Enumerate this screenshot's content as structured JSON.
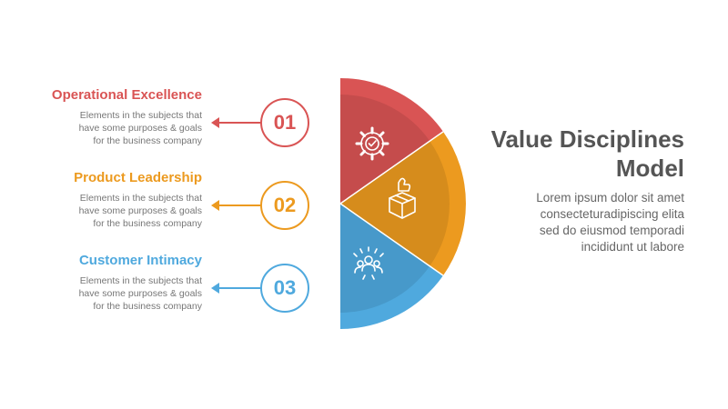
{
  "colors": {
    "red": "#d95454",
    "orange": "#ec9a1f",
    "blue": "#4fa9de"
  },
  "items": [
    {
      "number": "01",
      "title": "Operational Excellence",
      "description_lines": [
        "Elements in the subjects that",
        "have  some purposes & goals",
        "for  the  business company"
      ],
      "color": "#d95454",
      "icon": "gear-check-icon"
    },
    {
      "number": "02",
      "title": "Product Leadership",
      "description_lines": [
        "Elements in the subjects that",
        "have  some purposes & goals",
        "for  the  business company"
      ],
      "color": "#ec9a1f",
      "icon": "box-thumbs-up-icon"
    },
    {
      "number": "03",
      "title": "Customer Intimacy",
      "description_lines": [
        "Elements in the subjects that",
        "have  some purposes & goals",
        "for  the  business company"
      ],
      "color": "#4fa9de",
      "icon": "people-group-icon"
    }
  ],
  "heading": {
    "line1": "Value Disciplines",
    "line2": "Model"
  },
  "body_lines": [
    "Lorem ipsum dolor sit amet",
    "consecteturadipiscing elita",
    "sed do eiusmod temporadi",
    "incididunt ut labore"
  ]
}
